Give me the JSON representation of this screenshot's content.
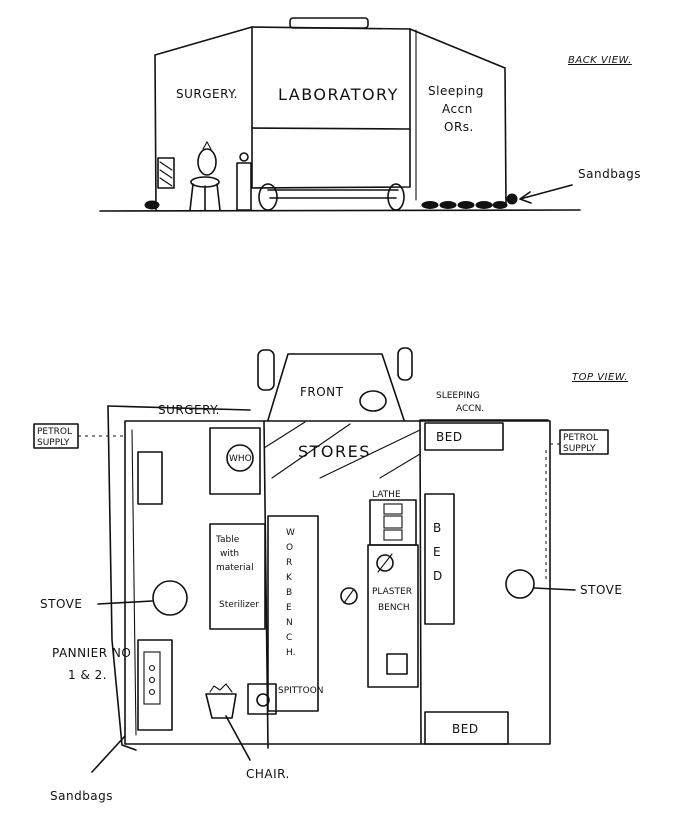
{
  "back_view": {
    "title": "BACK VIEW.",
    "surgery": "SURGERY.",
    "laboratory": "LABORATORY",
    "sleeping_line1": "Sleeping",
    "sleeping_line2": "Accn",
    "sleeping_line3": "ORs.",
    "sandbags": "Sandbags"
  },
  "top_view": {
    "title": "TOP VIEW.",
    "front": "FRONT",
    "surgery": "SURGERY.",
    "sleeping_line1": "SLEEPING",
    "sleeping_line2": "ACCN.",
    "petrol_left_line1": "PETROL",
    "petrol_left_line2": "SUPPLY",
    "petrol_right_line1": "PETROL",
    "petrol_right_line2": "SUPPLY",
    "stores": "STORES",
    "bed_top": "BED",
    "bed_bottom": "BED",
    "bed_vertical": [
      "B",
      "E",
      "D"
    ],
    "lathe": "LATHE",
    "who": "WHO",
    "table_line1": "Table",
    "table_line2": "with",
    "table_line3": "material",
    "sterilizer": "Sterilizer",
    "workbench_letters": [
      "W",
      "O",
      "R",
      "K",
      "B",
      "E",
      "N",
      "C",
      "H."
    ],
    "plaster_line1": "PLASTER",
    "plaster_line2": "BENCH",
    "stove_left": "STOVE",
    "stove_right": "STOVE",
    "panniers_line1": "PANNIER NO",
    "panniers_line2": "1 & 2.",
    "spittoon": "SPITTOON",
    "chair": "CHAIR.",
    "sandbags": "Sandbags"
  }
}
